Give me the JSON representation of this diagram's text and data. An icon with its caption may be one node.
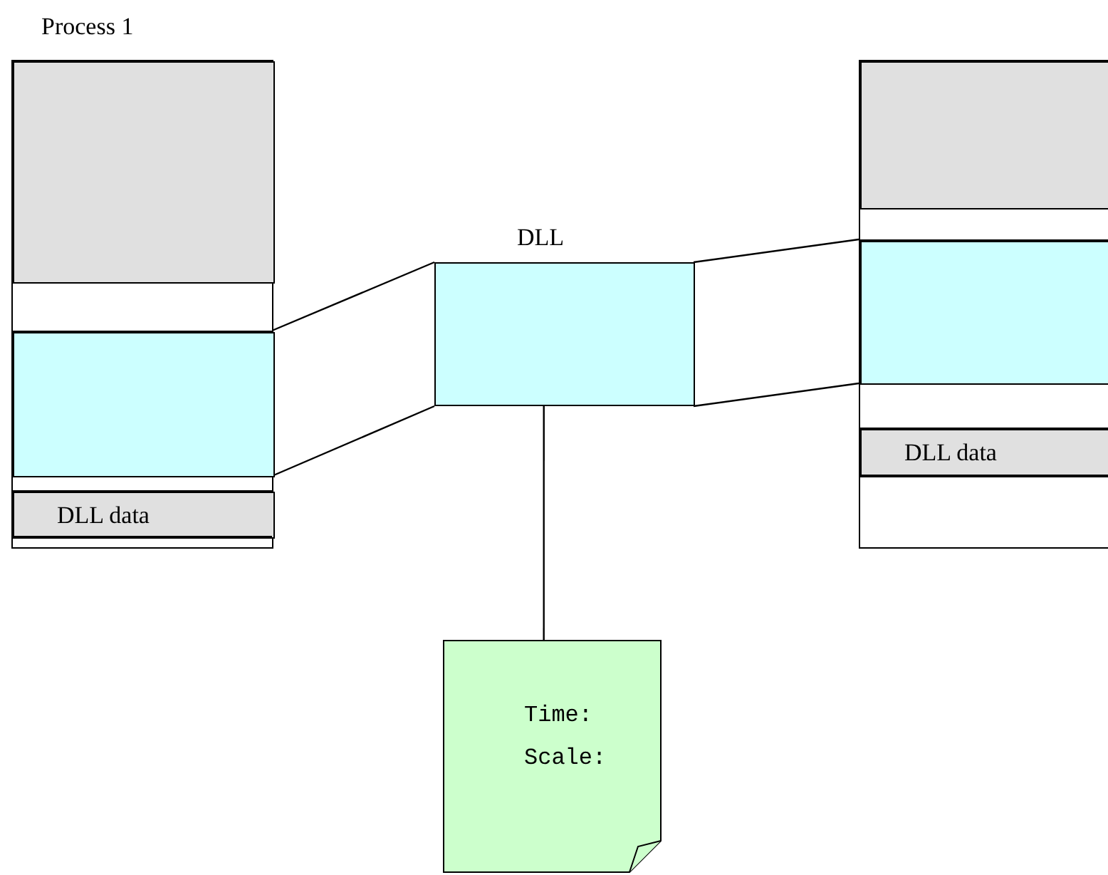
{
  "diagram": {
    "nodes": [
      {
        "text": [
          "Process 1"
        ]
      },
      {
        "text": [],
        "shape": "box",
        "in": 0
      },
      {
        "text": [],
        "shape": "box",
        "in": 0
      },
      {
        "text": [
          "DLL data"
        ],
        "in": 0
      },
      {
        "text": [
          "DLL"
        ]
      },
      {
        "text": [],
        "shape": "box"
      },
      {
        "text": [],
        "shape": "box",
        "in": 5
      },
      {
        "text": [],
        "shape": "box",
        "in": 5
      },
      {
        "text": [
          "DLL data"
        ],
        "in": 5
      },
      {
        "text": [
          "Time:",
          "Scale:"
        ]
      }
    ],
    "edges": [
      {
        "from": 2,
        "to": 4,
        "arrow": "none"
      },
      {
        "from": 2,
        "to": 4,
        "arrow": "none"
      },
      {
        "from": 4,
        "to": 7,
        "arrow": "none"
      },
      {
        "from": 4,
        "to": 7,
        "arrow": "none"
      },
      {
        "from": 4,
        "to": 9,
        "arrow": "none"
      }
    ]
  }
}
